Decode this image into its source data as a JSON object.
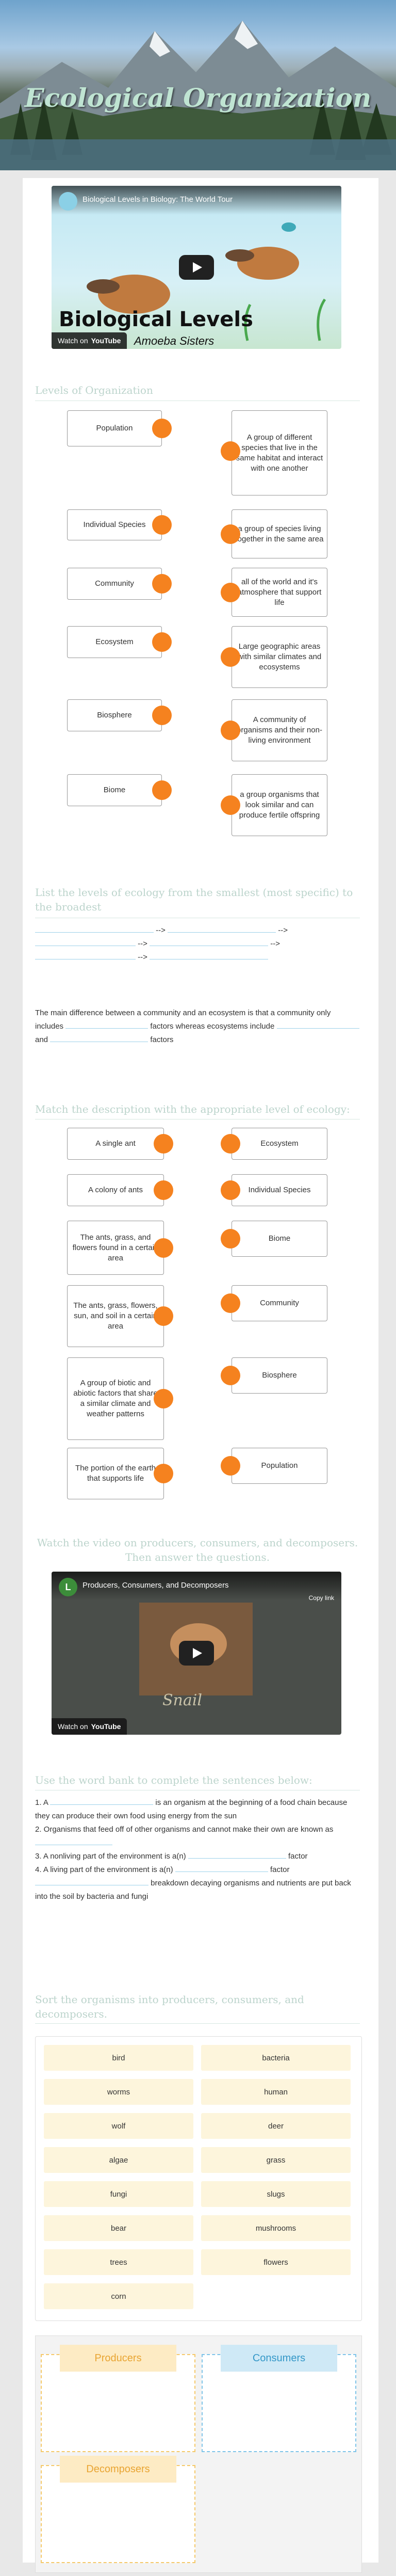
{
  "page_title": "Ecological Organization",
  "video1": {
    "title": "Biological Levels in Biology: The World Tour",
    "overlay_title": "Biological Levels",
    "overlay_sub": "Amoeba Sisters",
    "watch": "Watch on",
    "brand": "YouTube"
  },
  "section1": {
    "heading": "Levels of Organization",
    "left": [
      "Population",
      "Individual Species",
      "Community",
      "Ecosystem",
      "Biosphere",
      "Biome"
    ],
    "right": [
      "A group of different species that live in the same habitat and interact with one another",
      "a group of species living together in the same area",
      "all of the world and it's atmosphere that support life",
      "Large geographic areas with similar climates and ecosystems",
      "A community of organisms and their non-living environment",
      "a group organisms that look similar and can produce fertile offspring"
    ]
  },
  "section2": {
    "heading": "List the levels of ecology from the smallest (most specific) to the broadest",
    "arrow": "-->"
  },
  "section3": {
    "p1": "The main difference between a community and an ecosystem is that a community only includes",
    "p2": "factors whereas ecosystems include",
    "p3": "and",
    "p4": "factors"
  },
  "section4": {
    "heading": "Match the description with the appropriate level of ecology:",
    "left": [
      "A single ant",
      "A colony of ants",
      "The ants, grass, and flowers found in a certain area",
      "The ants, grass, flowers, sun, and soil in a certain area",
      "A group of biotic and abiotic factors that share a similar climate and weather patterns",
      "The portion of the earth that supports life"
    ],
    "right": [
      "Ecosystem",
      "Individual Species",
      "Biome",
      "Community",
      "Biosphere",
      "Population"
    ]
  },
  "section5": {
    "heading": "Watch the video on producers, consumers, and decomposers. Then answer the questions."
  },
  "video2": {
    "title": "Producers, Consumers, and Decomposers",
    "copy": "Copy link",
    "caption": "Snail",
    "watch": "Watch on",
    "brand": "YouTube",
    "channel_initial": "L"
  },
  "section6": {
    "heading": "Use the word bank to complete the sentences below:",
    "s1a": "1. A",
    "s1b": "is an organism at the beginning of a food chain because they can produce their own food using energy from the sun",
    "s2a": "2. Organisms that feed off of other organisms and cannot make their own are known as",
    "s3a": "3. A nonliving part of the environment is a(n)",
    "s3b": "factor",
    "s4a": "4. A living part of the environment is a(n)",
    "s4b": "factor",
    "s5b": "breakdown decaying organisms and nutrients are put back into the soil by bacteria and fungi"
  },
  "section7": {
    "heading": "Sort the organisms into producers, consumers, and decomposers.",
    "items": [
      "bird",
      "bacteria",
      "worms",
      "human",
      "wolf",
      "deer",
      "algae",
      "grass",
      "fungi",
      "slugs",
      "bear",
      "mushrooms",
      "trees",
      "flowers",
      "corn"
    ],
    "zones": [
      "Producers",
      "Consumers",
      "Decomposers"
    ]
  },
  "colors": {
    "accent": "#f5821f",
    "heading": "#bcd4cc",
    "producers": "#f5c96a",
    "consumers": "#7fc4e8",
    "decomposers": "#f5c96a"
  }
}
